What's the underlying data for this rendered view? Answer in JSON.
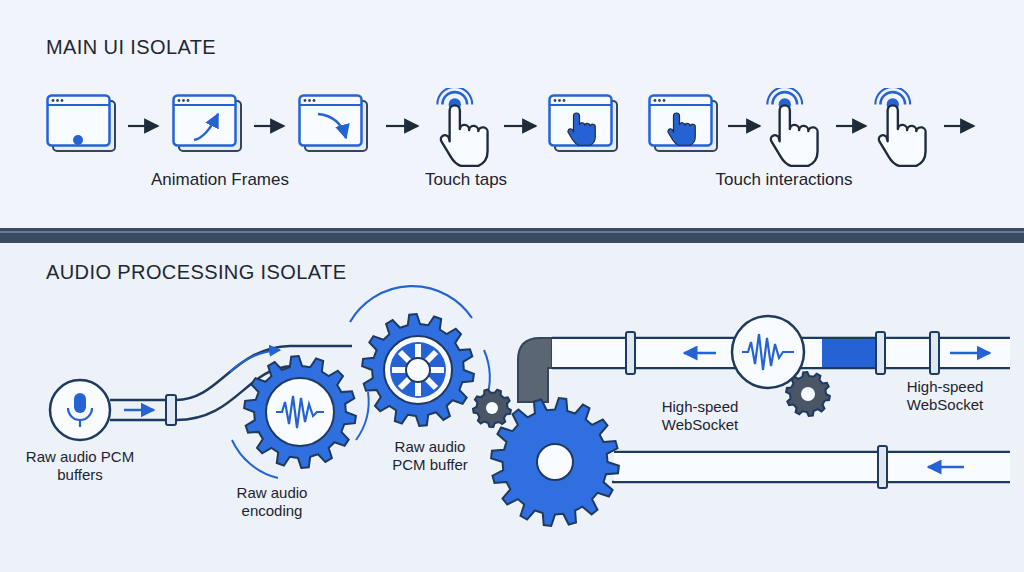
{
  "diagram": {
    "nodes": [
      {
        "text": [
          "MAIN UI ISOLATE"
        ]
      },
      {
        "text": [
          "AUDIO PROCESSING ISOLATE"
        ]
      }
    ],
    "labels": [
      "Animation Frames",
      "Touch taps",
      "Touch interactions",
      "Raw audio PCM buffers",
      "Raw audio encoding",
      "Raw audio PCM buffer",
      "High-speed WebSocket",
      "High-speed WebSocket"
    ]
  }
}
